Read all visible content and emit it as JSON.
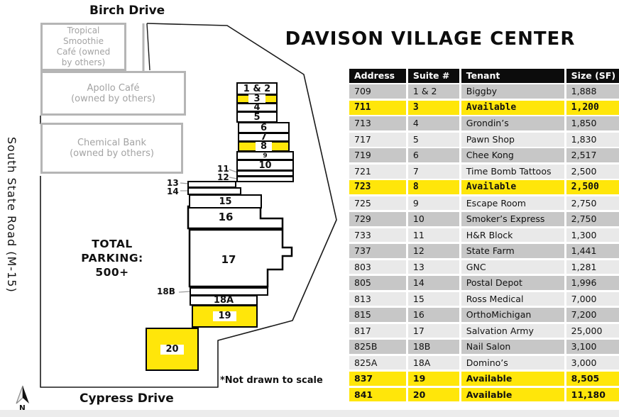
{
  "title": "DAVISON VILLAGE CENTER",
  "map": {
    "streets": {
      "top": "Birch Drive",
      "left": "South State Road (M-15)",
      "bottom": "Cypress Drive"
    },
    "note": "*Not drawn to scale",
    "compass_label": "N",
    "parking_lines": [
      "TOTAL",
      "PARKING:",
      "500+"
    ],
    "other_buildings": [
      {
        "lines": [
          "Tropical",
          "Smoothie",
          "Café (owned",
          "by others)"
        ]
      },
      {
        "lines": [
          "Apollo Café",
          "(owned by others)"
        ]
      },
      {
        "lines": [
          "Chemical Bank",
          "(owned by others)"
        ]
      }
    ],
    "suite_labels": [
      "1 & 2",
      "3",
      "4",
      "5",
      "6",
      "7",
      "8",
      "9",
      "10",
      "15",
      "16",
      "17",
      "18A",
      "19",
      "20"
    ],
    "callouts": [
      "11",
      "12",
      "13",
      "14",
      "18B"
    ],
    "highlight_color": "#FFE60A"
  },
  "table": {
    "headers": [
      "Address",
      "Suite #",
      "Tenant",
      "Size (SF)"
    ],
    "rows": [
      {
        "address": "709",
        "suite": "1 & 2",
        "tenant": "Biggby",
        "size": "1,888",
        "highlight": false
      },
      {
        "address": "711",
        "suite": "3",
        "tenant": "Available",
        "size": "1,200",
        "highlight": true,
        "mono": true
      },
      {
        "address": "713",
        "suite": "4",
        "tenant": "Grondin’s",
        "size": "1,850",
        "highlight": false
      },
      {
        "address": "717",
        "suite": "5",
        "tenant": "Pawn Shop",
        "size": "1,830",
        "highlight": false
      },
      {
        "address": "719",
        "suite": "6",
        "tenant": "Chee Kong",
        "size": "2,517",
        "highlight": false
      },
      {
        "address": "721",
        "suite": "7",
        "tenant": "Time Bomb Tattoos",
        "size": "2,500",
        "highlight": false
      },
      {
        "address": "723",
        "suite": "8",
        "tenant": "Available",
        "size": "2,500",
        "highlight": true,
        "mono": true
      },
      {
        "address": "725",
        "suite": "9",
        "tenant": "Escape Room",
        "size": "2,750",
        "highlight": false
      },
      {
        "address": "729",
        "suite": "10",
        "tenant": "Smoker’s Express",
        "size": "2,750",
        "highlight": false
      },
      {
        "address": "733",
        "suite": "11",
        "tenant": "H&R Block",
        "size": "1,300",
        "highlight": false
      },
      {
        "address": "737",
        "suite": "12",
        "tenant": "State Farm",
        "size": "1,441",
        "highlight": false
      },
      {
        "address": "803",
        "suite": "13",
        "tenant": "GNC",
        "size": "1,281",
        "highlight": false
      },
      {
        "address": "805",
        "suite": "14",
        "tenant": "Postal Depot",
        "size": "1,996",
        "highlight": false
      },
      {
        "address": "813",
        "suite": "15",
        "tenant": "Ross Medical",
        "size": "7,000",
        "highlight": false
      },
      {
        "address": "815",
        "suite": "16",
        "tenant": "OrthoMichigan",
        "size": "7,200",
        "highlight": false
      },
      {
        "address": "817",
        "suite": "17",
        "tenant": "Salvation Army",
        "size": "25,000",
        "highlight": false
      },
      {
        "address": "825B",
        "suite": "18B",
        "tenant": "Nail Salon",
        "size": "3,100",
        "highlight": false
      },
      {
        "address": "825A",
        "suite": "18A",
        "tenant": "Domino’s",
        "size": "3,000",
        "highlight": false
      },
      {
        "address": "837",
        "suite": "19",
        "tenant": "Available",
        "size": "8,505",
        "highlight": true
      },
      {
        "address": "841",
        "suite": "20",
        "tenant": "Available",
        "size": "11,180",
        "highlight": true
      }
    ]
  }
}
